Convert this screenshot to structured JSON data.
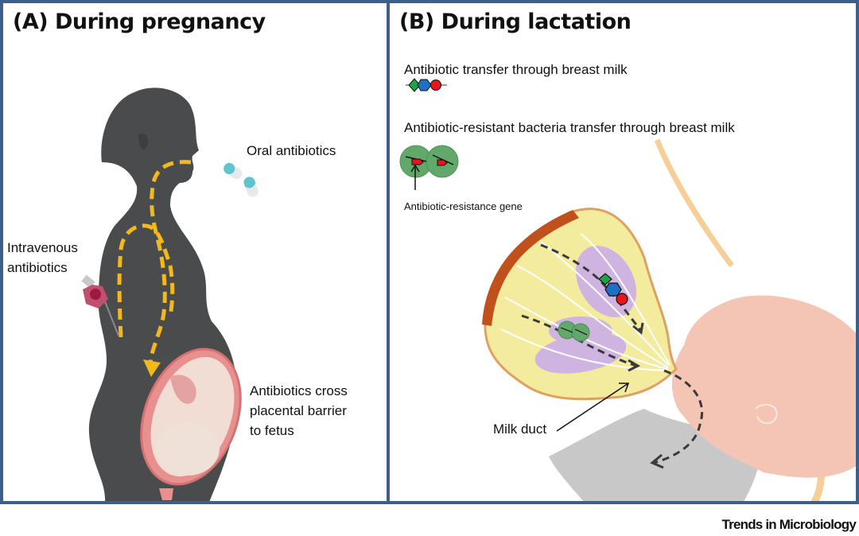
{
  "panels": {
    "a": {
      "title": "(A) During pregnancy",
      "labels": {
        "oral": "Oral antibiotics",
        "iv_line1": "Intravenous",
        "iv_line2": "antibiotics",
        "placenta_line1": "Antibiotics cross",
        "placenta_line2": "placental barrier",
        "placenta_line3": "to fetus"
      }
    },
    "b": {
      "title": "(B) During lactation",
      "labels": {
        "antibiotic_transfer": "Antibiotic transfer through breast milk",
        "bacteria_transfer": "Antibiotic-resistant bacteria transfer through breast milk",
        "resistance_gene": "Antibiotic-resistance gene",
        "milk_duct": "Milk duct"
      }
    }
  },
  "colors": {
    "border": "#3e5f8a",
    "silhouette": "#4a4b4d",
    "pathway_arrow": "#f2b81c",
    "capsule": "#5fc4cc",
    "molecule_green": "#1fa34a",
    "molecule_blue": "#1f6fc4",
    "molecule_red": "#e8141b",
    "bacteria": "#62a86a",
    "breast_fat": "#f3ec9e",
    "lobules": "#cfb3e0",
    "infant_skin": "#f4c4b4"
  },
  "footer": {
    "journal": "Trends in Microbiology"
  }
}
